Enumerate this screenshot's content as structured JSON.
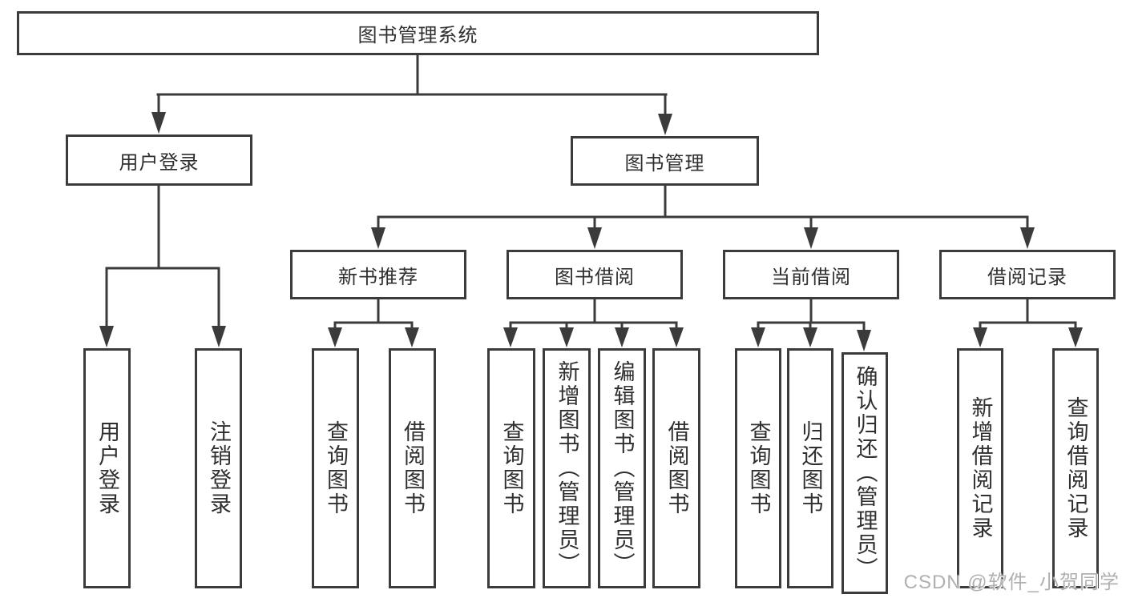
{
  "tree": {
    "root": {
      "label": "图书管理系统"
    },
    "branches": [
      {
        "label": "用户登录",
        "children": [
          {
            "label": "用户登录"
          },
          {
            "label": "注销登录"
          }
        ]
      },
      {
        "label": "图书管理",
        "groups": [
          {
            "label": "新书推荐",
            "children": [
              {
                "label": "查询图书"
              },
              {
                "label": "借阅图书"
              }
            ]
          },
          {
            "label": "图书借阅",
            "children": [
              {
                "label": "查询图书"
              },
              {
                "label": "新增图书（管理员）"
              },
              {
                "label": "编辑图书（管理员）"
              },
              {
                "label": "借阅图书"
              }
            ]
          },
          {
            "label": "当前借阅",
            "children": [
              {
                "label": "查询图书"
              },
              {
                "label": "归还图书"
              },
              {
                "label": "确认归还（管理员）"
              }
            ]
          },
          {
            "label": "借阅记录",
            "children": [
              {
                "label": "新增借阅记录"
              },
              {
                "label": "查询借阅记录"
              }
            ]
          }
        ]
      }
    ]
  },
  "watermark": {
    "text": "CSDN @软件_小贺同学"
  },
  "colors": {
    "line": "#3b3b3b",
    "text": "#2f2f2f",
    "background": "#ffffff",
    "watermark": "#b0b0b0"
  }
}
